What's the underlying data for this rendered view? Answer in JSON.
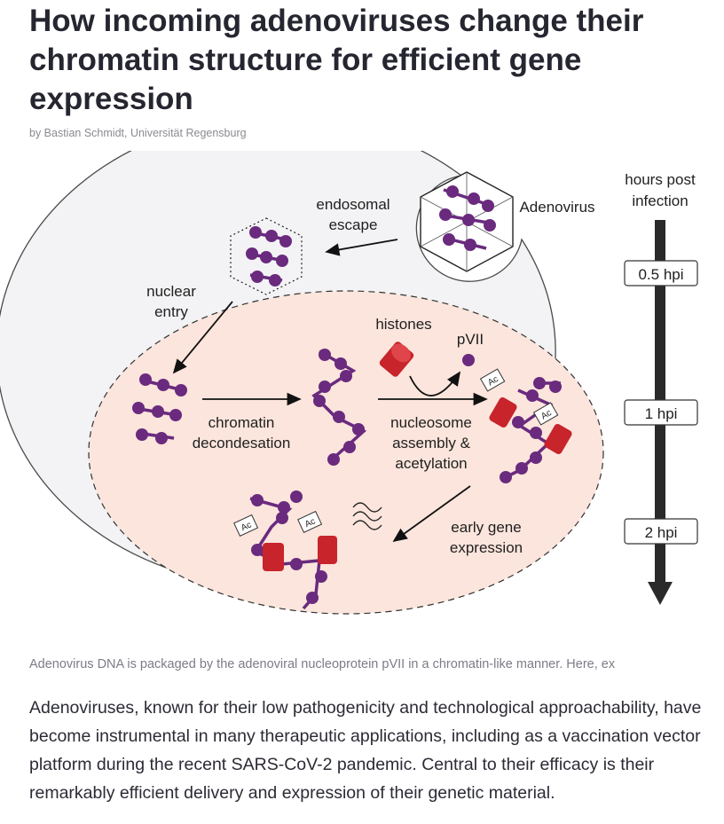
{
  "article": {
    "title": "How incoming adenoviruses change their chromatin structure for efficient gene expression",
    "byline": "by Bastian Schmidt, Universität Regensburg"
  },
  "figure": {
    "labels": {
      "endosomal_1": "endosomal",
      "endosomal_2": "escape",
      "adenovirus": "Adenovirus",
      "nuclear_1": "nuclear",
      "nuclear_2": "entry",
      "histones": "histones",
      "pvii": "pVII",
      "chromatin_1": "chromatin",
      "chromatin_2": "decondesation",
      "nucleosome_1": "nucleosome",
      "nucleosome_2": "assembly &",
      "nucleosome_3": "acetylation",
      "early_1": "early gene",
      "early_2": "expression",
      "ac": "Ac"
    },
    "timeline": {
      "title_1": "hours post",
      "title_2": "infection",
      "marks": [
        "0.5 hpi",
        "1 hpi",
        "2 hpi"
      ]
    },
    "colors": {
      "dna_purple": "#6a2a7e",
      "histone_red": "#c8242c",
      "nucleus_fill": "#fbe5dc"
    }
  },
  "caption": "Adenovirus DNA is packaged by the adenoviral nucleoprotein pVII in a chromatin-like manner. Here, ex",
  "body": "Adenoviruses, known for their low pathogenicity and technological approachability, have become instrumental in many therapeutic applications, including as a vaccination vector platform during the recent SARS-CoV-2 pandemic. Central to their efficacy is their remarkably efficient delivery and expression of their genetic material."
}
